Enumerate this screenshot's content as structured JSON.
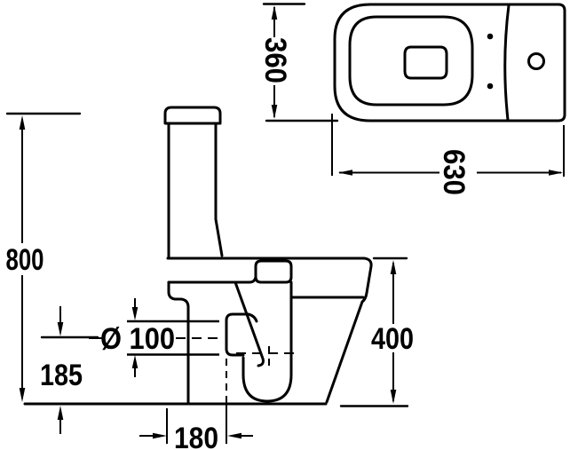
{
  "meta": {
    "background_color": "#ffffff",
    "ink_color": "#000000",
    "drawing_type": "toilet technical dimension drawing, side elevation and plan view"
  },
  "dimensions": {
    "height_overall": "800",
    "outlet_height": "185",
    "outlet_diameter": "Ø 100",
    "outlet_setback": "180",
    "bowl_height": "400",
    "width_top": "360",
    "length_top": "630"
  }
}
